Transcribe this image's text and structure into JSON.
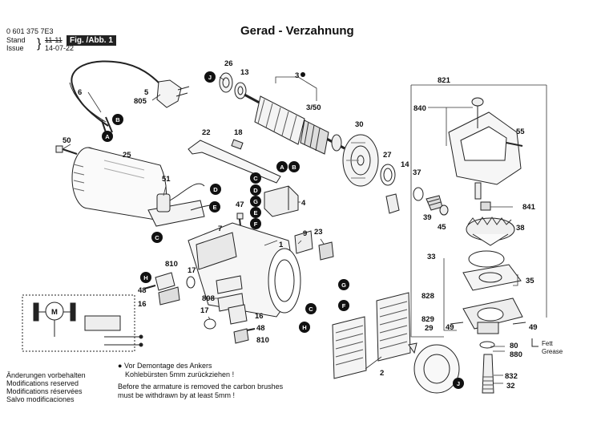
{
  "header": {
    "part_number": "0 601 375 7E3",
    "stand_label": "Stand",
    "issue_label": "Issue",
    "stand_value": "11-11",
    "issue_value": "14-07-22",
    "fig_label": "Fig. /Abb. 1"
  },
  "title": "Gerad - Verzahnung",
  "notes": {
    "armature_de_1": "Vor Demontage des Ankers",
    "armature_de_2": "Kohlebürsten 5mm zurückziehen !",
    "armature_en_1": "Before the armature is removed the carbon brushes",
    "armature_en_2": "must be withdrawn by at least 5mm !"
  },
  "changes": {
    "de": "Änderungen vorbehalten",
    "en": "Modifications reserved",
    "fr": "Modifications réservées",
    "es": "Salvo modificaciones"
  },
  "grease": {
    "de": "Fett",
    "en": "Grease"
  },
  "schematic": {
    "motor": "M"
  },
  "part_labels": [
    {
      "id": "p26",
      "text": "26"
    },
    {
      "id": "p13",
      "text": "13"
    },
    {
      "id": "p3",
      "text": "3"
    },
    {
      "id": "p3_50",
      "text": "3/50"
    },
    {
      "id": "p821",
      "text": "821"
    },
    {
      "id": "p840",
      "text": "840"
    },
    {
      "id": "p6",
      "text": "6"
    },
    {
      "id": "p5",
      "text": "5"
    },
    {
      "id": "p805",
      "text": "805"
    },
    {
      "id": "p50",
      "text": "50"
    },
    {
      "id": "p25",
      "text": "25"
    },
    {
      "id": "p22",
      "text": "22"
    },
    {
      "id": "p18",
      "text": "18"
    },
    {
      "id": "p30",
      "text": "30"
    },
    {
      "id": "p55",
      "text": "55"
    },
    {
      "id": "p27",
      "text": "27"
    },
    {
      "id": "p14",
      "text": "14"
    },
    {
      "id": "p37",
      "text": "37"
    },
    {
      "id": "p51",
      "text": "51"
    },
    {
      "id": "p4",
      "text": "4"
    },
    {
      "id": "p47",
      "text": "47"
    },
    {
      "id": "p7",
      "text": "7"
    },
    {
      "id": "p39",
      "text": "39"
    },
    {
      "id": "p45",
      "text": "45"
    },
    {
      "id": "p841",
      "text": "841"
    },
    {
      "id": "p38",
      "text": "38"
    },
    {
      "id": "p1",
      "text": "1"
    },
    {
      "id": "p9",
      "text": "9"
    },
    {
      "id": "p23",
      "text": "23"
    },
    {
      "id": "p33",
      "text": "33"
    },
    {
      "id": "p810a",
      "text": "810"
    },
    {
      "id": "p17a",
      "text": "17"
    },
    {
      "id": "p48a",
      "text": "48"
    },
    {
      "id": "p16a",
      "text": "16"
    },
    {
      "id": "p808",
      "text": "808"
    },
    {
      "id": "p35",
      "text": "35"
    },
    {
      "id": "p828",
      "text": "828"
    },
    {
      "id": "p17b",
      "text": "17"
    },
    {
      "id": "p16b",
      "text": "16"
    },
    {
      "id": "p48b",
      "text": "48"
    },
    {
      "id": "p810b",
      "text": "810"
    },
    {
      "id": "p829",
      "text": "829"
    },
    {
      "id": "p29",
      "text": "29"
    },
    {
      "id": "p49a",
      "text": "49"
    },
    {
      "id": "p49b",
      "text": "49"
    },
    {
      "id": "p80",
      "text": "80"
    },
    {
      "id": "p880",
      "text": "880"
    },
    {
      "id": "p2",
      "text": "2"
    },
    {
      "id": "p832",
      "text": "832"
    },
    {
      "id": "p32",
      "text": "32"
    }
  ],
  "callouts": {
    "A": "A",
    "B": "B",
    "C": "C",
    "D": "D",
    "E": "E",
    "F": "F",
    "G": "G",
    "H": "H",
    "J": "J"
  }
}
